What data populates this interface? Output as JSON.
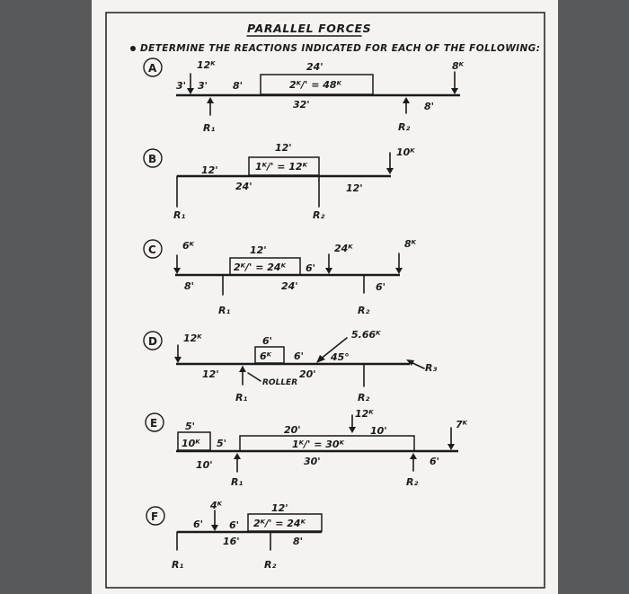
{
  "title": "PARALLEL FORCES",
  "instruction": "DETERMINE THE REACTIONS INDICATED FOR EACH OF THE FOLLOWING:",
  "problems": {
    "A": {
      "letter": "A",
      "labels": {
        "load1": "12ᴷ",
        "d1": "3'",
        "d2": "3'",
        "d3": "8'",
        "span_top": "24'",
        "udl": "2ᴷ/' = 48ᴷ",
        "span_bottom": "32'",
        "d4": "8'",
        "load2": "8ᴷ",
        "r1": "R₁",
        "r2": "R₂"
      }
    },
    "B": {
      "letter": "B",
      "labels": {
        "d1": "12'",
        "span_top": "12'",
        "udl": "1ᴷ/' = 12ᴷ",
        "load": "10ᴷ",
        "d2": "24'",
        "d3": "12'",
        "r1": "R₁",
        "r2": "R₂"
      }
    },
    "C": {
      "letter": "C",
      "labels": {
        "load1": "6ᴷ",
        "span_top": "12'",
        "udl": "2ᴷ/' = 24ᴷ",
        "d1": "6'",
        "load2": "24ᴷ",
        "load3": "8ᴷ",
        "d2": "8'",
        "span_bottom": "24'",
        "d3": "6'",
        "r1": "R₁",
        "r2": "R₂"
      }
    },
    "D": {
      "letter": "D",
      "labels": {
        "load1": "12ᴷ",
        "box_top": "6'",
        "box_load": "6ᴷ",
        "d1": "6'",
        "inclined": "5.66ᴷ",
        "angle": "45°",
        "d2": "12'",
        "roller": "ROLLER",
        "d3": "20'",
        "r1": "R₁",
        "r2": "R₂",
        "r3": "R₃"
      }
    },
    "E": {
      "letter": "E",
      "labels": {
        "d1": "5'",
        "box_load": "10ᴷ",
        "d2": "5'",
        "d3": "10'",
        "load1": "12ᴷ",
        "span_top": "20'",
        "d4": "10'",
        "udl": "1ᴷ/' = 30ᴷ",
        "span_bottom": "30'",
        "load2": "7ᴷ",
        "d5": "6'",
        "r1": "R₁",
        "r2": "R₂"
      }
    },
    "F": {
      "letter": "F",
      "labels": {
        "load1": "4ᴷ",
        "d1": "6'",
        "d2": "6'",
        "span_top": "12'",
        "udl": "2ᴷ/' = 24ᴷ",
        "d3": "16'",
        "d4": "8'",
        "r1": "R₁",
        "r2": "R₂"
      }
    }
  }
}
